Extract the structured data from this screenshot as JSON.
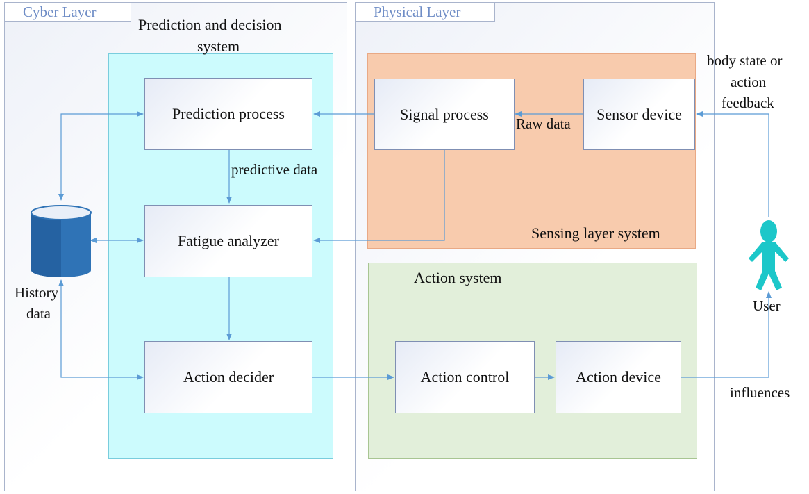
{
  "layers": {
    "cyber": "Cyber Layer",
    "physical": "Physical Layer"
  },
  "zones": {
    "prediction_title_line1": "Prediction and decision",
    "prediction_title_line2": "system",
    "sensing": "Sensing layer system",
    "action": "Action system"
  },
  "boxes": {
    "prediction_process": "Prediction process",
    "fatigue_analyzer": "Fatigue analyzer",
    "action_decider": "Action decider",
    "signal_process": "Signal process",
    "sensor_device": "Sensor device",
    "action_control": "Action control",
    "action_device": "Action device"
  },
  "labels": {
    "predictive_data": "predictive data",
    "raw_data": "Raw data",
    "history_line1": "History",
    "history_line2": "data",
    "feedback_line1": "body state or",
    "feedback_line2": "action",
    "feedback_line3": "feedback",
    "user": "User",
    "influences": "influences"
  },
  "icons": {
    "database": "database-cylinder-icon",
    "user": "person-icon"
  },
  "colors": {
    "arrow": "#5b9bd5",
    "cyan_zone": "#ccfbfd",
    "sensing_zone": "#f8cbad",
    "action_zone": "#e2efda",
    "user_figure": "#1cc7c9",
    "database": "#2f73b6"
  }
}
